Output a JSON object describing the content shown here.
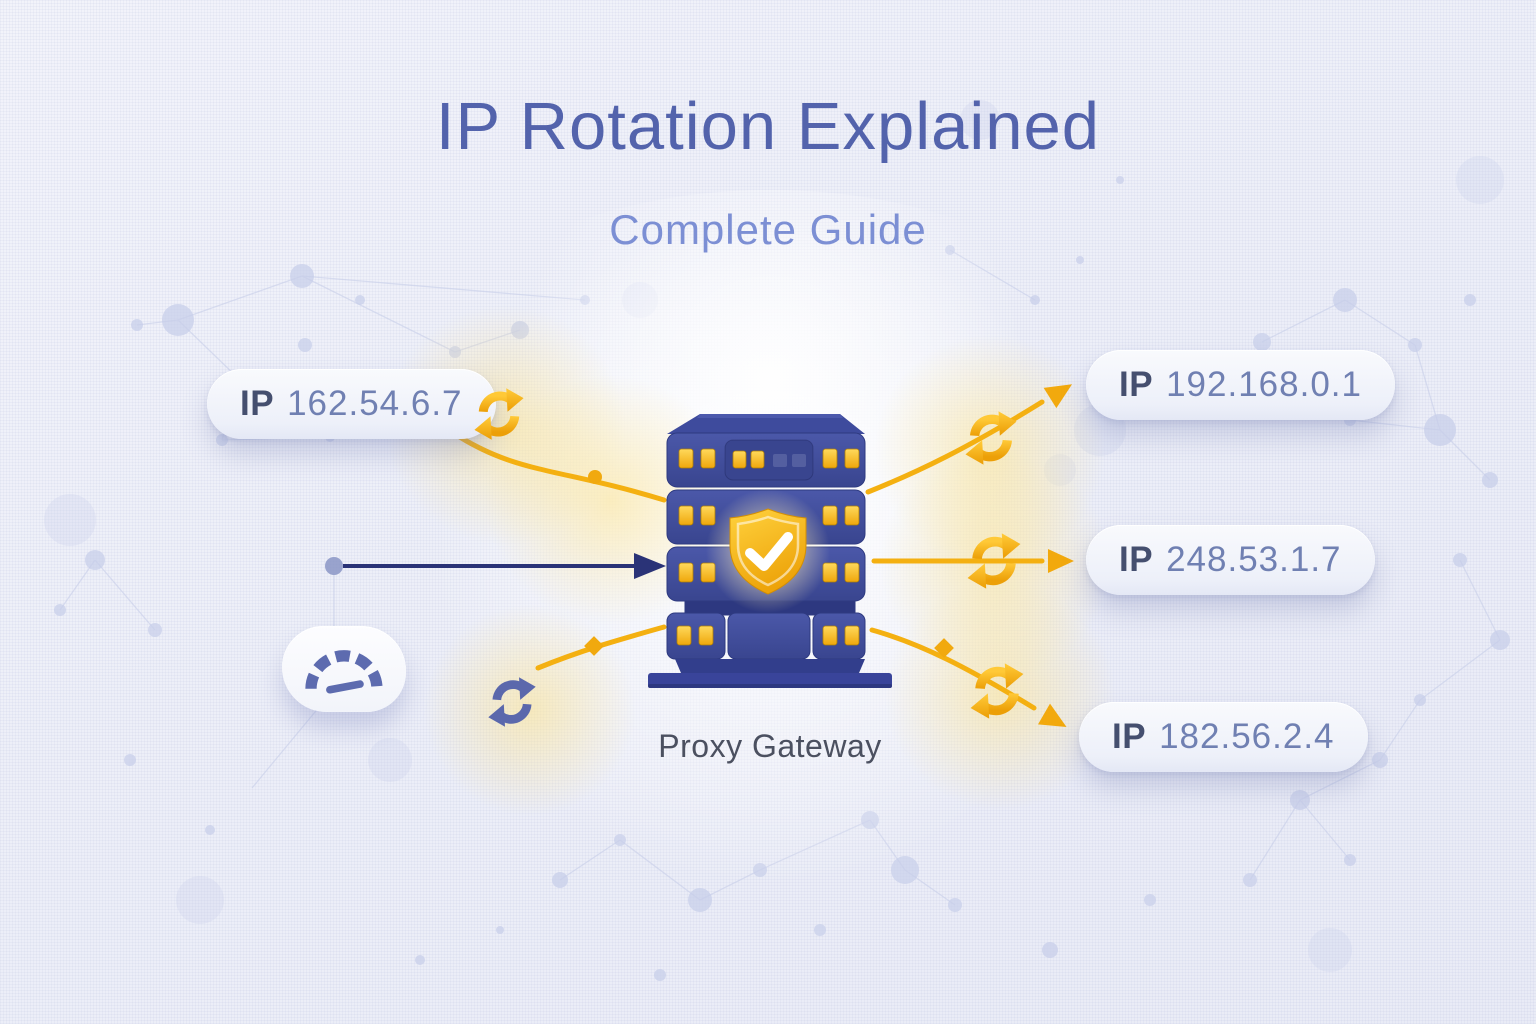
{
  "header": {
    "title": "IP Rotation Explained",
    "subtitle": "Complete Guide"
  },
  "source_ip": {
    "label": "IP",
    "value": "162.54.6.7"
  },
  "gateway": {
    "label": "Proxy Gateway"
  },
  "rotated_ips": [
    {
      "label": "IP",
      "value": "192.168.0.1"
    },
    {
      "label": "IP",
      "value": "248.53.1.7"
    },
    {
      "label": "IP",
      "value": "182.56.2.4"
    }
  ],
  "icons": {
    "rotation": "sync-rotation-icon (two circular gold arrows)",
    "shield": "shield-check-icon (gold shield, white checkmark)",
    "gauge": "speedometer-icon (segmented arc with needle)",
    "server": "proxy-server-stack-icon (blue rack, yellow lights)"
  },
  "colors": {
    "title": "#5363AC",
    "subtitle": "#7C8FD4",
    "accent_gold": "#F2AC10",
    "server_blue": "#3E4B9E",
    "arrow_navy": "#2A3377",
    "rotation_purple": "#5B68AC",
    "pill_background": "#F4F6FC",
    "ip_label": "#454F6F",
    "ip_value": "#7080B2",
    "gateway_label": "#4B5060",
    "background": "#EDEFF8"
  }
}
